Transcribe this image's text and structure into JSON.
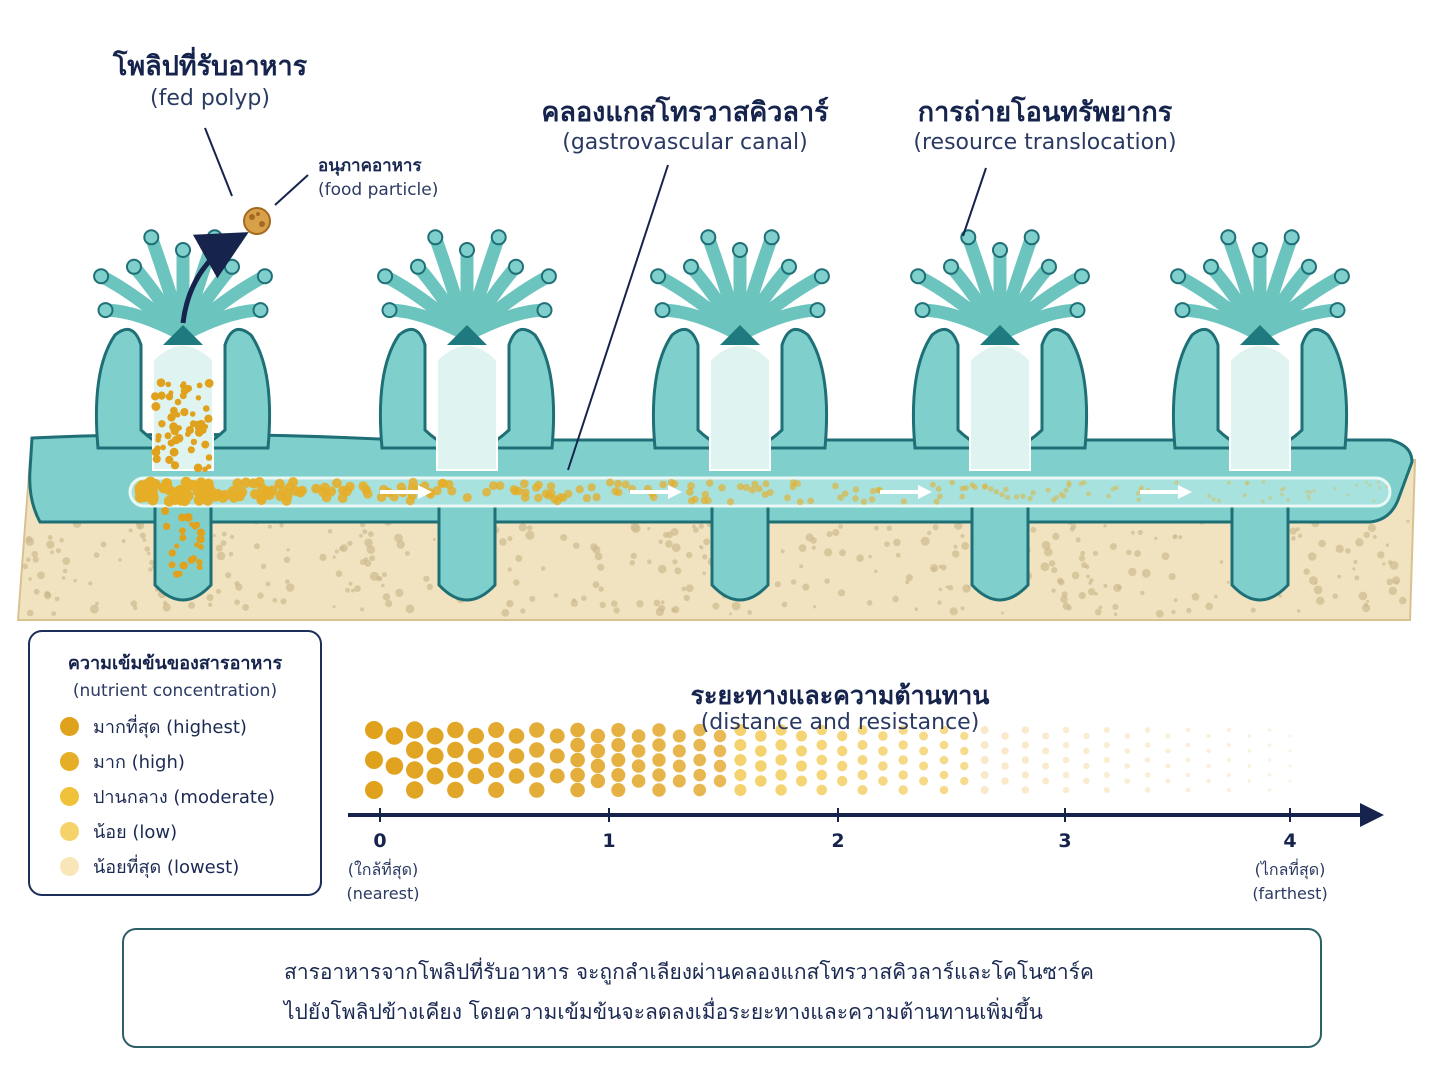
{
  "labels": {
    "fed_polyp_th": "โพลิปที่รับอาหาร",
    "fed_polyp_en": "(fed polyp)",
    "food_particle_th": "อนุภาคอาหาร",
    "food_particle_en": "(food particle)",
    "canal_th": "คลองแกสโทรวาสคิวลาร์",
    "canal_en": "(gastrovascular canal)",
    "translocation_th": "การถ่ายโอนทรัพยากร",
    "translocation_en": "(resource translocation)"
  },
  "legend": {
    "title_th": "ความเข้มข้นของสารอาหาร",
    "title_en": "(nutrient concentration)",
    "items": [
      {
        "label": "มากที่สุด (highest)",
        "color": "#e0a11c"
      },
      {
        "label": "มาก (high)",
        "color": "#e6ad26"
      },
      {
        "label": "ปานกลาง (moderate)",
        "color": "#f0c23a"
      },
      {
        "label": "น้อย (low)",
        "color": "#f5d36a"
      },
      {
        "label": "น้อยที่สุด (lowest)",
        "color": "#f8e6b8"
      }
    ]
  },
  "scale": {
    "title_th": "ระยะทางและความต้านทาน",
    "title_en": "(distance and resistance)",
    "ticks": [
      "0",
      "1",
      "2",
      "3",
      "4"
    ],
    "nearest_th": "(ใกล้ที่สุด)",
    "nearest_en": "(nearest)",
    "farthest_th": "(ไกลที่สุด)",
    "farthest_en": "(farthest)"
  },
  "caption": {
    "line1": "สารอาหารจากโพลิปที่รับอาหาร จะถูกลำเลียงผ่านคลองแกสโทรวาสคิวลาร์และโคโนซาร์ค",
    "line2": "ไปยังโพลิปข้างเคียง โดยความเข้มข้นจะลดลงเมื่อระยะทางและความต้านทานเพิ่มขึ้น"
  },
  "colors": {
    "tissue": "#7fd0cd",
    "tissue_dark": "#1f6f76",
    "sediment": "#f1e3c0",
    "nutrient": "#e6ad26",
    "navy": "#1c2e5a"
  }
}
